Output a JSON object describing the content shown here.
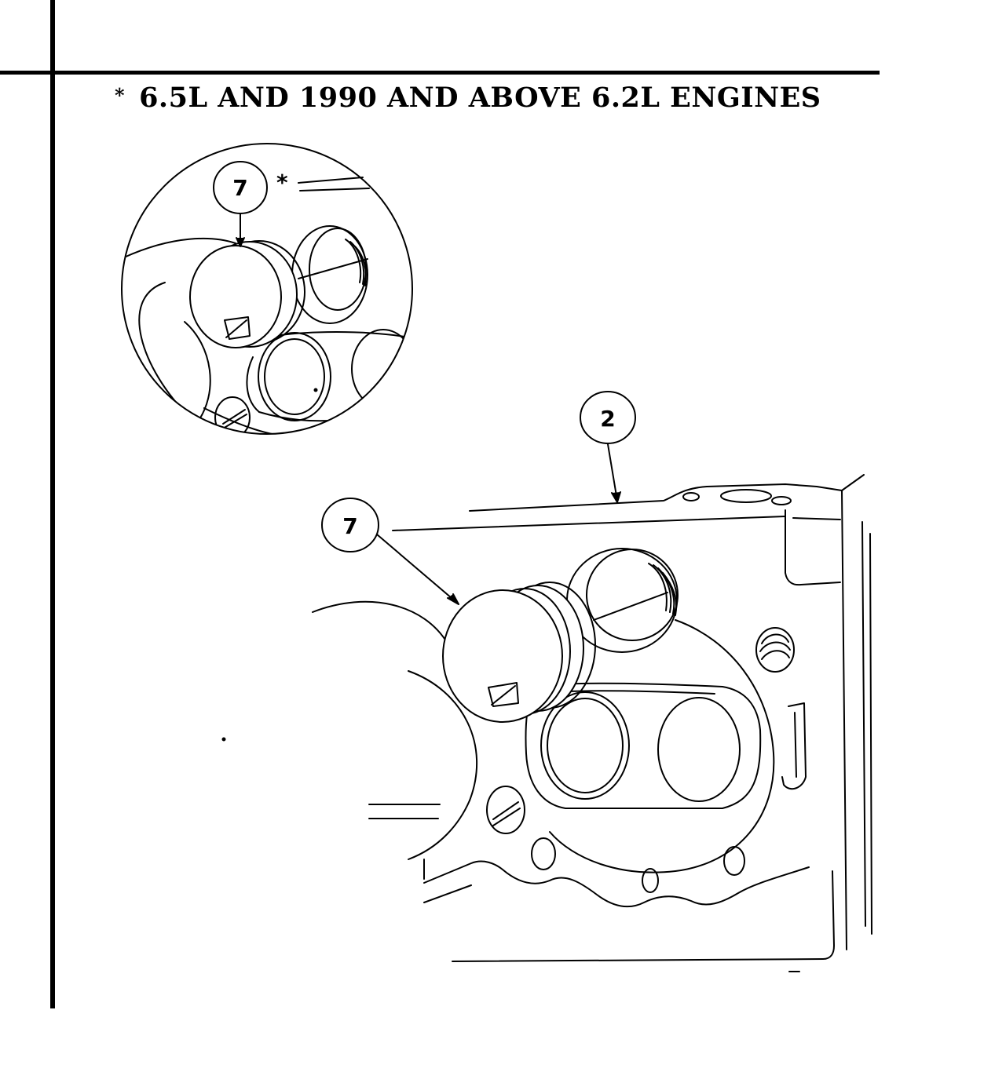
{
  "header": {
    "mark": "*",
    "title": "6.5L AND 1990 AND ABOVE 6.2L ENGINES"
  },
  "callouts": {
    "detail_plug": "7",
    "detail_star": "*",
    "cylinder_head": "2",
    "main_plug": "7"
  }
}
